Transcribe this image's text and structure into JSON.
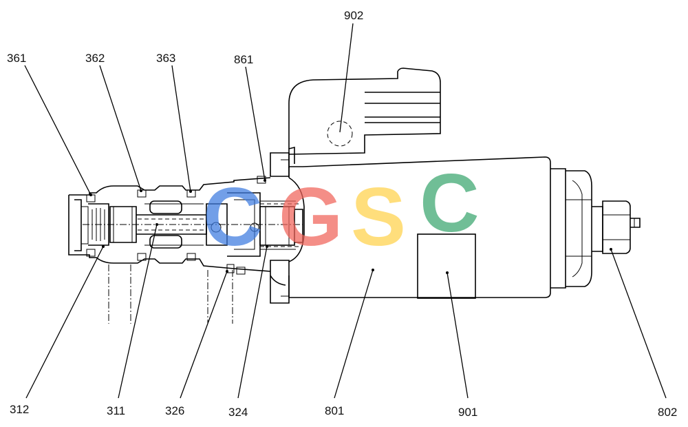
{
  "labels": {
    "l361": "361",
    "l362": "362",
    "l363": "363",
    "l861": "861",
    "l902": "902",
    "l312": "312",
    "l311": "311",
    "l326": "326",
    "l324": "324",
    "l801": "801",
    "l901": "901",
    "l802": "802"
  },
  "watermark": {
    "letters": [
      "C",
      "G",
      "S",
      "C"
    ],
    "colors": [
      "#3d7be0",
      "#f0645a",
      "#ffd24a",
      "#3aa66e"
    ]
  }
}
